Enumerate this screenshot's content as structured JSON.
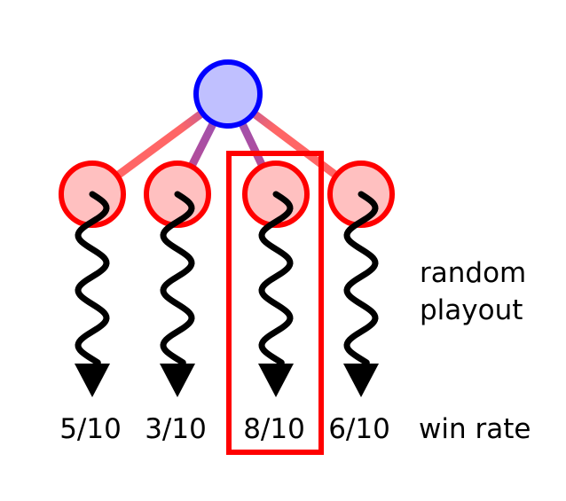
{
  "diagram": {
    "labels": {
      "random_line1": "random",
      "random_line2": "playout",
      "win_rate": "win rate"
    },
    "children": [
      {
        "win_rate": "5/10",
        "selected": false
      },
      {
        "win_rate": "3/10",
        "selected": false
      },
      {
        "win_rate": "8/10",
        "selected": true
      },
      {
        "win_rate": "6/10",
        "selected": false
      }
    ],
    "colors": {
      "root_fill": "#c0c0ff",
      "root_stroke": "#0000ff",
      "child_fill": "#ffc0c0",
      "child_stroke": "#ff0000",
      "edge_near_root": "#7a2aa8",
      "edge_near_child": "#ff4040",
      "highlight": "#ff0000"
    }
  }
}
